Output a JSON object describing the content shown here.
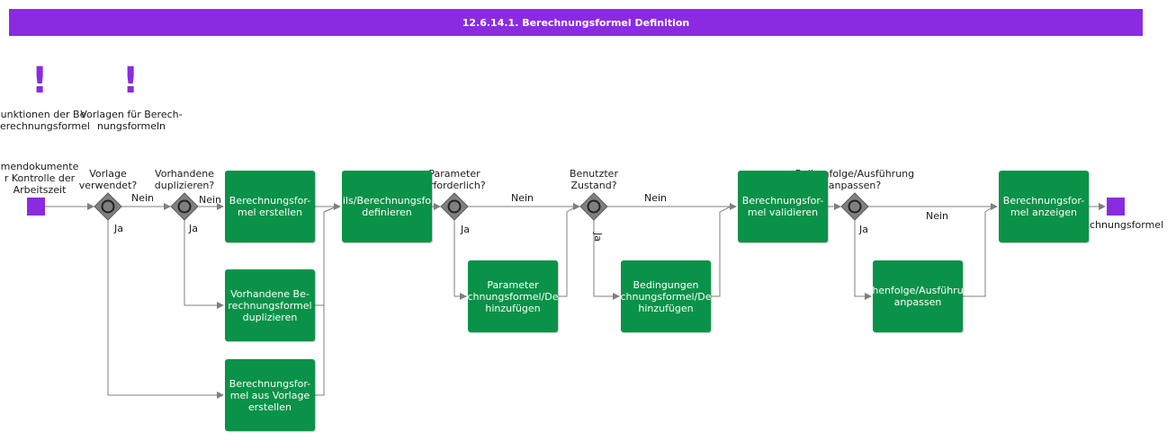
{
  "header": {
    "title": "12.6.14.1. Berechnungsformel Definition"
  },
  "colors": {
    "header": "#8a2be2",
    "task": "#0a9248",
    "event": "#8a2be2",
    "gateway": "#7f7f7f"
  },
  "notes": [
    {
      "icon": "exclamation-icon",
      "mark": "!",
      "label": "unktionen der Be\nerechnungsformel"
    },
    {
      "icon": "exclamation-icon",
      "mark": "!",
      "label": "Vorlagen für Berech-\nnungsformeln"
    }
  ],
  "start_event": {
    "label": "mendokumente\nr Kontrolle der\nArbeitszeit"
  },
  "end_event": {
    "label": "chnungsformel"
  },
  "gateways": [
    {
      "label": "Vorlage\nverwendet?"
    },
    {
      "label": "Vorhandene\nduplizieren?"
    },
    {
      "label": "Parameter\nerforderlich?"
    },
    {
      "label": "Benutzter\nZustand?"
    },
    {
      "label": "Reihenfolge/Ausführung\nanpassen?"
    }
  ],
  "tasks": [
    {
      "label": "Berechnungsfor-\nmel erstellen"
    },
    {
      "label": "Vorhandene Be-\nrechnungsformel\nduplizieren"
    },
    {
      "label": "Berechnungsfor-\nmel aus Vorlage\nerstellen"
    },
    {
      "label": "ils/Berechnungsfo\ndefinieren"
    },
    {
      "label": "Parameter\nchnungsformel/De\nhinzufügen"
    },
    {
      "label": "Bedingungen\nchnungsformel/De\nhinzufügen"
    },
    {
      "label": "Berechnungsfor-\nmel validieren"
    },
    {
      "label": "henfolge/Ausführu\nanpassen"
    },
    {
      "label": "Berechnungsfor-\nmel anzeigen"
    }
  ],
  "edge_labels": {
    "nein": "Nein",
    "ja": "Ja"
  }
}
